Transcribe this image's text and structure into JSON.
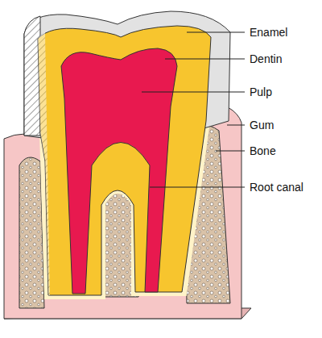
{
  "diagram": {
    "labels": [
      "Enamel",
      "Dentin",
      "Pulp",
      "Gum",
      "Bone",
      "Root canal"
    ]
  }
}
